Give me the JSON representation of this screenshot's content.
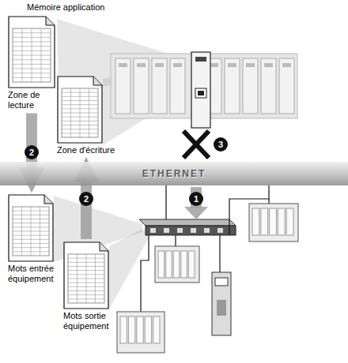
{
  "diagram": {
    "nodes": [
      {
        "text": [
          "Zone de lecture"
        ]
      },
      {
        "text": [
          "Zone d'écriture"
        ]
      },
      {
        "text": [
          "Mots entrée équipement"
        ]
      },
      {
        "text": [
          "Mots sortie équipement"
        ]
      },
      {
        "text": [
          "ETHERNET"
        ]
      }
    ],
    "edges": [
      {
        "from": 0,
        "to": 2,
        "arrow": "to",
        "label": "2"
      },
      {
        "from": 3,
        "to": 1,
        "arrow": "to",
        "label": "2"
      }
    ],
    "labels": [
      "Mémoire application",
      "1",
      "3"
    ]
  }
}
